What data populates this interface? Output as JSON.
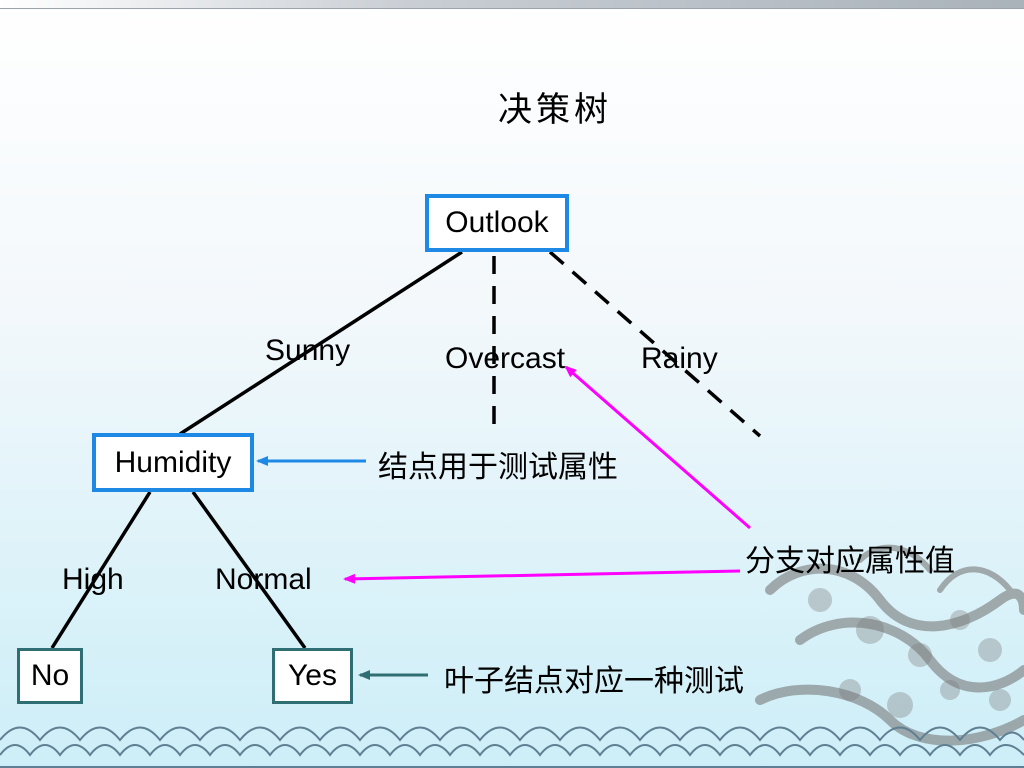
{
  "title": "决策树",
  "nodes": {
    "outlook": "Outlook",
    "humidity": "Humidity",
    "no": "No",
    "yes": "Yes"
  },
  "branches": {
    "sunny": "Sunny",
    "overcast": "Overcast",
    "rainy": "Rainy",
    "high": "High",
    "normal": "Normal"
  },
  "annotations": {
    "node_tests_attribute": "结点用于测试属性",
    "branch_attribute_value": "分支对应属性值",
    "leaf_classification": "叶子结点对应一种测试"
  },
  "colors": {
    "node_border": "#1e88e5",
    "leaf_border": "#2f6f73",
    "arrow_blue": "#1e88e5",
    "arrow_magenta": "#ff00ff",
    "arrow_teal": "#2f6f73"
  }
}
